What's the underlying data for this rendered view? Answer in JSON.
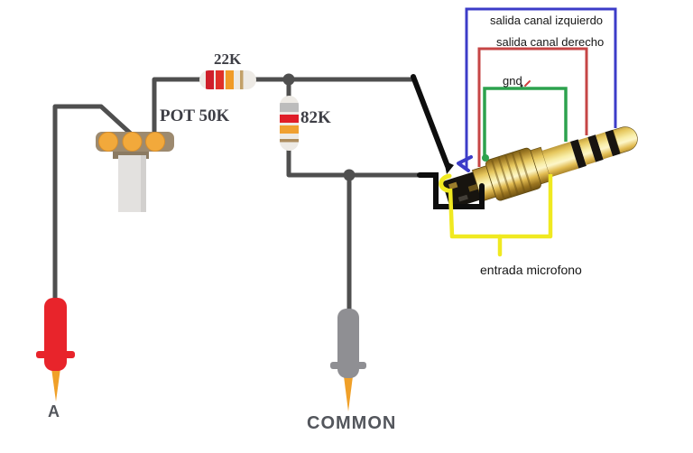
{
  "labels": {
    "r22k": "22K",
    "pot": "POT 50K",
    "r82k": "82K",
    "left_out": "salida canal izquierdo",
    "right_out": "salida canal derecho",
    "gnd": "gnd",
    "mic_in": "entrada microfono",
    "probe_a": "A",
    "probe_common": "COMMON"
  },
  "wires": [
    {
      "name": "left-channel-output",
      "label": "salida canal izquierdo",
      "color": "#3c3cc8"
    },
    {
      "name": "right-channel-output",
      "label": "salida canal derecho",
      "color": "#c64545"
    },
    {
      "name": "ground",
      "label": "gnd",
      "color": "#2da24e"
    },
    {
      "name": "microphone-input",
      "label": "entrada microfono",
      "color": "#f0e920"
    }
  ],
  "colors": {
    "wire_gray": "#4f4f4f",
    "wire_black": "#0e0e0e",
    "blue": "#3c3cc8",
    "red": "#c64545",
    "green": "#2da24e",
    "yellow": "#f0e920",
    "probe_a_body": "#e8242b",
    "probe_common_body": "#8f8f93",
    "probe_tip": "#f0a028",
    "pot_body": "#9d8a6f",
    "pot_terminal": "#f2a93b",
    "resistor_body": "#edeae5"
  }
}
